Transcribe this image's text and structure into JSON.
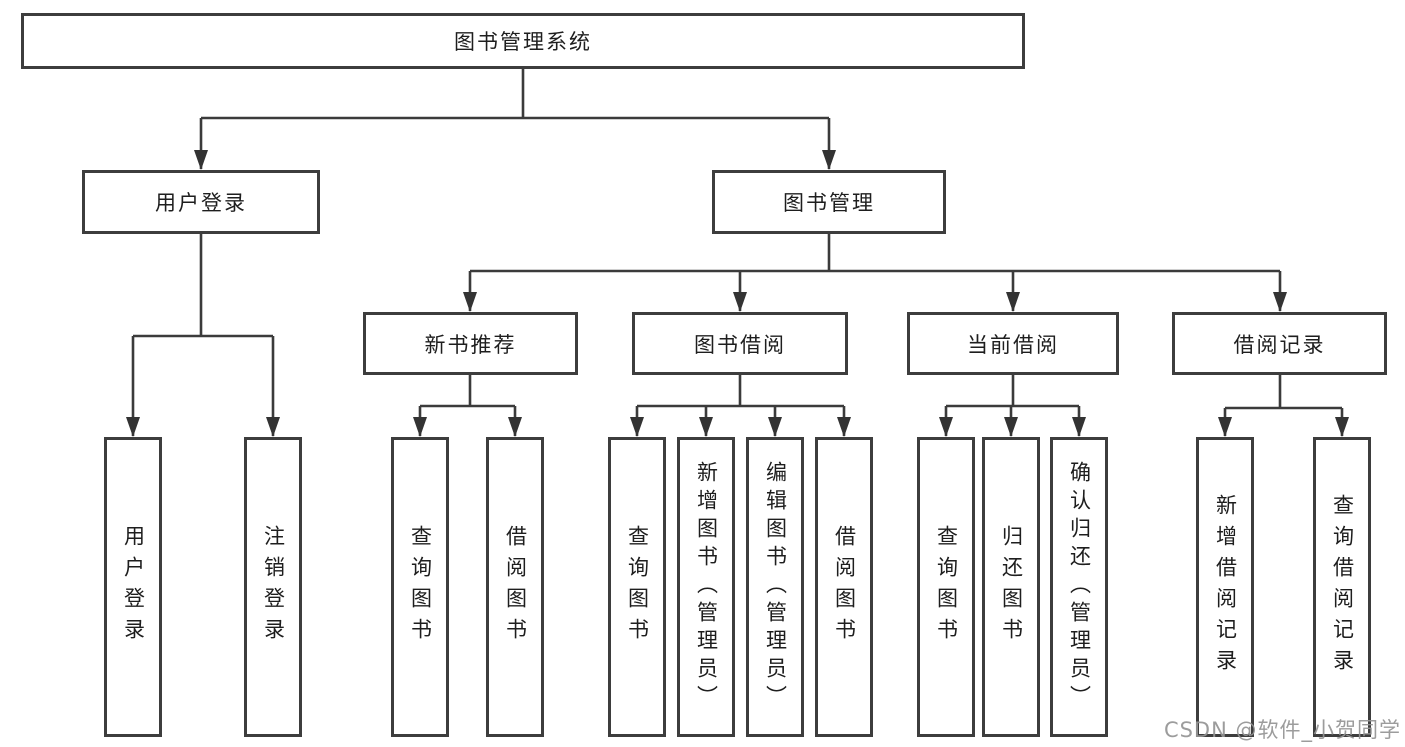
{
  "diagram": {
    "root": "图书管理系统",
    "level2": {
      "user_login": "用户登录",
      "book_management": "图书管理"
    },
    "level3": {
      "new_book_recommend": "新书推荐",
      "book_borrow": "图书借阅",
      "current_borrow": "当前借阅",
      "borrow_record": "借阅记录"
    },
    "leaves": {
      "user_login": [
        "用户登录",
        "注销登录"
      ],
      "new_book_recommend": [
        "查询图书",
        "借阅图书"
      ],
      "book_borrow": [
        "查询图书",
        "新增图书（管理员）",
        "编辑图书（管理员）",
        "借阅图书"
      ],
      "current_borrow": [
        "查询图书",
        "归还图书",
        "确认归还（管理员）"
      ],
      "borrow_record": [
        "新增借阅记录",
        "查询借阅记录"
      ]
    },
    "colors": {
      "line": "#3b3b3b",
      "border": "#3d3d3d",
      "text": "#1e1e1e",
      "background": "#ffffff",
      "watermark": "#949494"
    }
  },
  "watermark": {
    "text": "CSDN @软件_小贺同学"
  }
}
